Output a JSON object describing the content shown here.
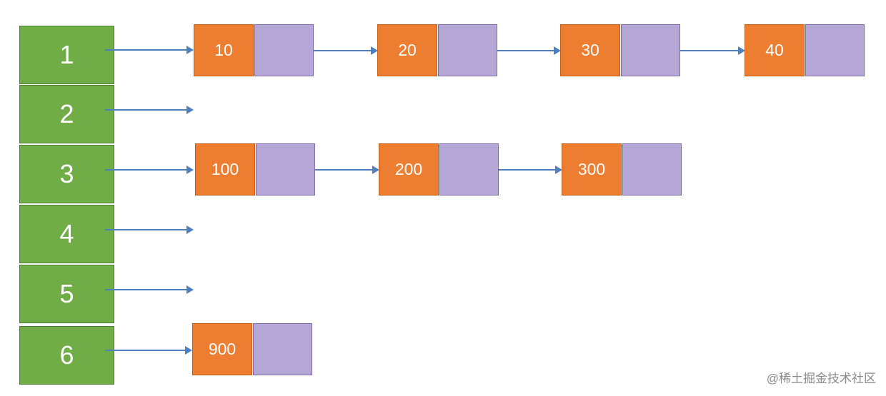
{
  "diagram": {
    "buckets": [
      "1",
      "2",
      "3",
      "4",
      "5",
      "6"
    ],
    "chains": [
      {
        "bucket": "1",
        "nodes": [
          "10",
          "20",
          "30",
          "40"
        ]
      },
      {
        "bucket": "2",
        "nodes": []
      },
      {
        "bucket": "3",
        "nodes": [
          "100",
          "200",
          "300"
        ]
      },
      {
        "bucket": "4",
        "nodes": []
      },
      {
        "bucket": "5",
        "nodes": []
      },
      {
        "bucket": "6",
        "nodes": [
          "900"
        ]
      }
    ]
  },
  "watermark": "@稀土掘金技术社区",
  "colors": {
    "bucket": "#71ad47",
    "node_value": "#ed7d31",
    "node_pointer": "#b4a7d6",
    "arrow": "#4e80c0"
  }
}
